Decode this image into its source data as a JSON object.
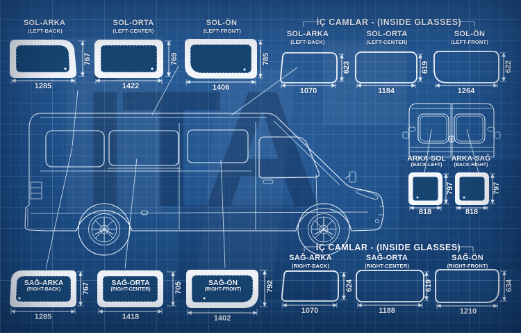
{
  "watermark": {
    "text": "İTA"
  },
  "headers": {
    "inside_top": "İÇ CAMLAR - (INSIDE GLASSES)",
    "inside_bottom": "İÇ CAMLAR - (INSIDE GLASSES)"
  },
  "colors": {
    "background": "#1d4e87",
    "grid": "#3c6ea8",
    "line": "#e4edf7",
    "frame_fill": "#f3f7fb",
    "glass_fill": "#174572",
    "text": "#f4f8fd"
  },
  "outside_left": {
    "windows": [
      {
        "name": "SOL-ARKA",
        "sub": "(LEFT-BACK)",
        "width": "1285",
        "height": "767"
      },
      {
        "name": "SOL-ORTA",
        "sub": "(LEFT-CENTER)",
        "width": "1422",
        "height": "769"
      },
      {
        "name": "SOL-ÖN",
        "sub": "(LEFT-FRONT)",
        "width": "1406",
        "height": "785"
      }
    ]
  },
  "inside_left": {
    "windows": [
      {
        "name": "SOL-ARKA",
        "sub": "(LEFT-BACK)",
        "width": "1070",
        "height": "623"
      },
      {
        "name": "SOL-ORTA",
        "sub": "(LEFT-CENTER)",
        "width": "1184",
        "height": "619"
      },
      {
        "name": "SOL-ÖN",
        "sub": "(LEFT-FRONT)",
        "width": "1264",
        "height": "622"
      }
    ]
  },
  "back": {
    "windows": [
      {
        "name": "ARKA-SOL",
        "sub": "(BACK-LEFT)",
        "width": "818",
        "height": "797"
      },
      {
        "name": "ARKA-SAĞ",
        "sub": "(BACK-RIGHT)",
        "width": "818",
        "height": "797"
      }
    ]
  },
  "inside_right": {
    "windows": [
      {
        "name": "SAĞ-ARKA",
        "sub": "(RIGHT-BACK)",
        "width": "1070",
        "height": "624"
      },
      {
        "name": "SAĞ-ORTA",
        "sub": "(RIGHT-CENTER)",
        "width": "1188",
        "height": "619"
      },
      {
        "name": "SAĞ-ÖN",
        "sub": "(RIGHT-FRONT)",
        "width": "1210",
        "height": "634"
      }
    ]
  },
  "outside_right": {
    "windows": [
      {
        "name": "SAĞ-ARKA",
        "sub": "(RIGHT-BACK)",
        "width": "1285",
        "height": "767"
      },
      {
        "name": "SAĞ-ORTA",
        "sub": "(RIGHT-CENTER)",
        "width": "1418",
        "height": "705"
      },
      {
        "name": "SAĞ-ÖN",
        "sub": "(RIGHT-FRONT)",
        "width": "1402",
        "height": "792"
      }
    ]
  }
}
